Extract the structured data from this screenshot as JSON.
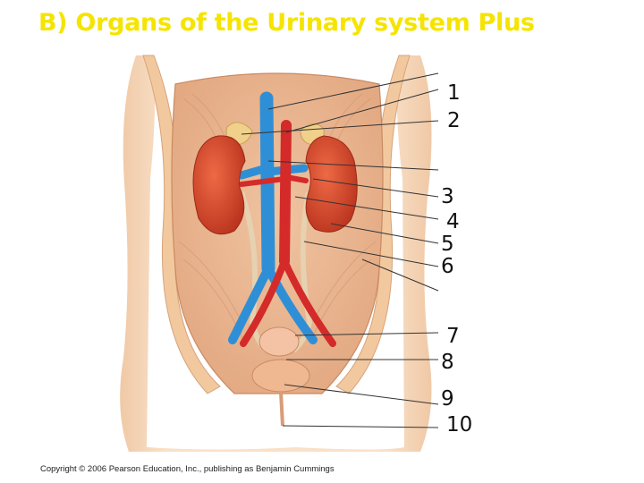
{
  "title": "B) Organs of the Urinary system Plus",
  "labels": [
    "1",
    "2",
    "3",
    "4",
    "5",
    "6",
    "7",
    "8",
    "9",
    "10"
  ],
  "copyright": "Copyright © 2006 Pearson Education, Inc., publishing as Benjamin Cummings",
  "colors": {
    "title": "#f5e400",
    "skin": "#f7dcc0",
    "kidney": "#d8452a",
    "vein": "#2f8fd6",
    "artery": "#d42a2a",
    "adrenal": "#f0d08a"
  }
}
